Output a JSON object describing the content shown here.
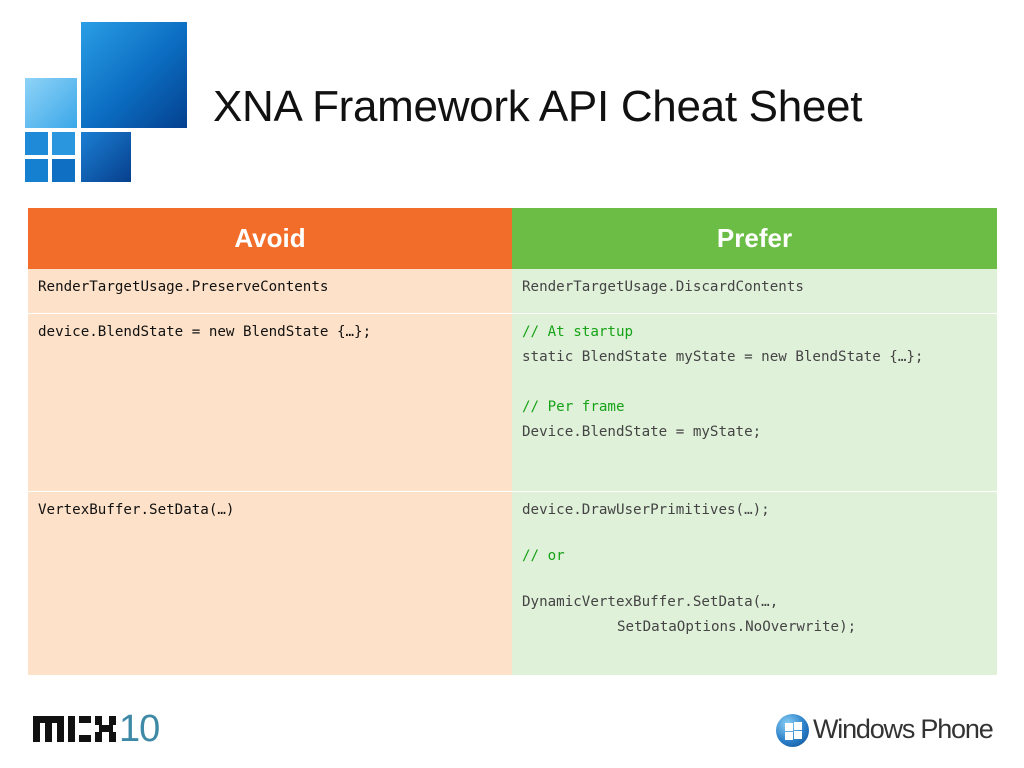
{
  "slide": {
    "title": "XNA Framework API Cheat Sheet"
  },
  "table": {
    "headers": {
      "avoid": "Avoid",
      "prefer": "Prefer"
    },
    "header_colors": {
      "avoid": "#f36d2a",
      "prefer": "#6cbd45"
    },
    "rows": [
      {
        "avoid": "RenderTargetUsage.PreserveContents",
        "prefer": {
          "line1": "RenderTargetUsage.DiscardContents"
        }
      },
      {
        "avoid": "device.BlendState = new BlendState {…};",
        "prefer": {
          "comment1": "// At startup",
          "line1": "static BlendState myState = new BlendState {…};",
          "comment2": "// Per frame",
          "line2": "Device.BlendState = myState;"
        }
      },
      {
        "avoid": "VertexBuffer.SetData(…)",
        "prefer": {
          "line1": "device.DrawUserPrimitives(…);",
          "comment1": "// or",
          "line2": "DynamicVertexBuffer.SetData(…,",
          "line3": "SetDataOptions.NoOverwrite);"
        }
      }
    ]
  },
  "footer": {
    "event_logo": {
      "number": "10",
      "icon": "mix10-logo"
    },
    "platform_logo": {
      "text": "Windows Phone",
      "icon": "windows-flag-icon"
    }
  }
}
